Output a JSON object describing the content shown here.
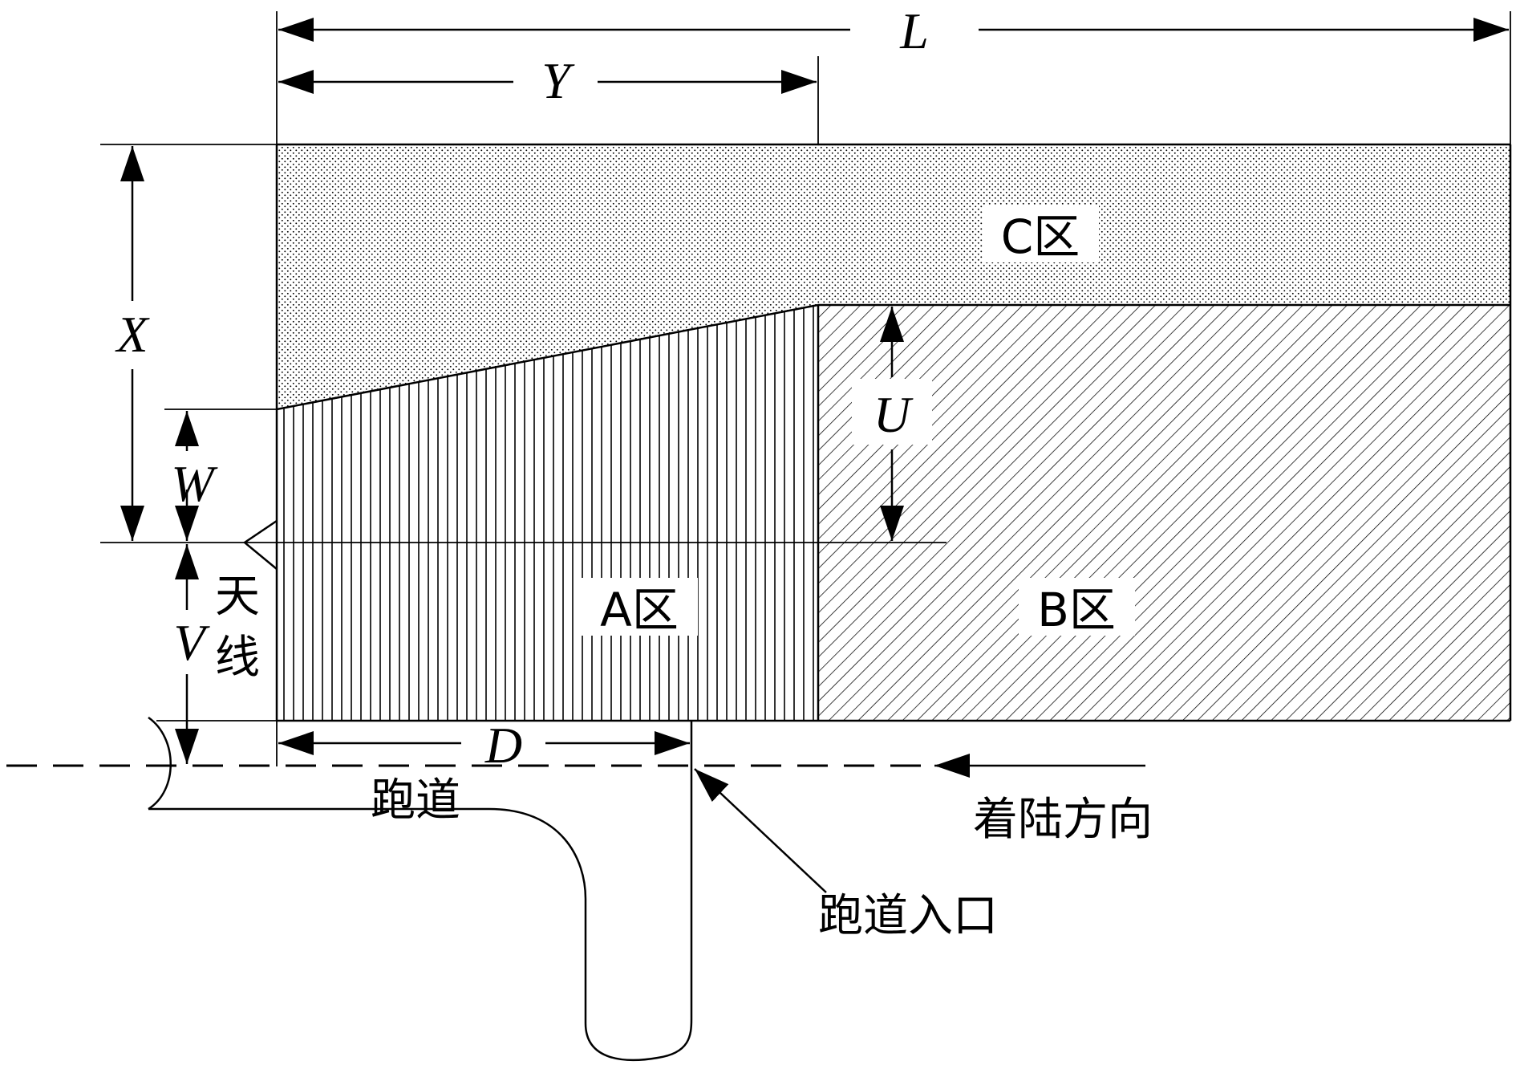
{
  "labels": {
    "L": "L",
    "Y": "Y",
    "X": "X",
    "W": "W",
    "U": "U",
    "V": "V",
    "D": "D"
  },
  "zones": {
    "c": "C区",
    "a": "A区",
    "b": "B区"
  },
  "antenna": [
    "天",
    "线"
  ],
  "runway": "跑道",
  "runway_entrance": "跑道入口",
  "landing_direction": "着陆方向"
}
